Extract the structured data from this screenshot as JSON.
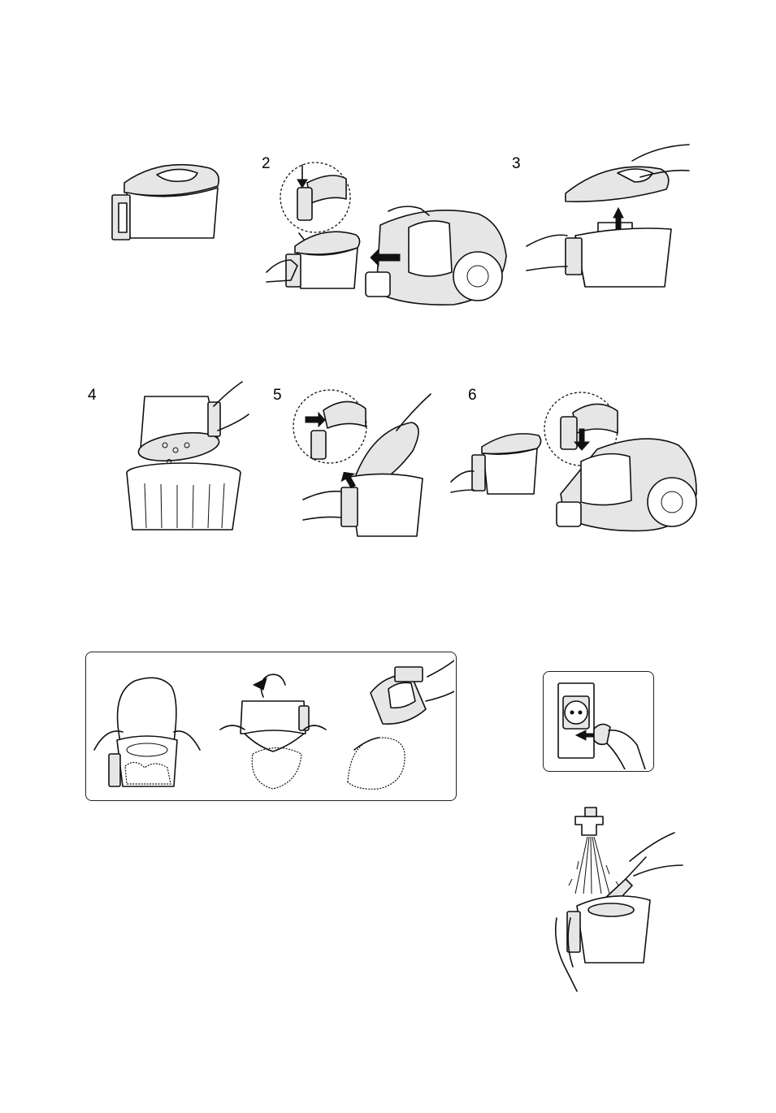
{
  "steps": [
    {
      "number": "2"
    },
    {
      "number": "3"
    },
    {
      "number": "4"
    },
    {
      "number": "5"
    },
    {
      "number": "6"
    }
  ],
  "icons": {
    "dust_bin": "dust-bin-illustration",
    "remove_bin": "remove-dust-bin-illustration",
    "lift_cover": "lift-cover-illustration",
    "empty_bin": "empty-into-trash-illustration",
    "refit_cover": "refit-cover-illustration",
    "reinsert_bin": "reinsert-dust-bin-illustration",
    "bag_method": "bag-emptying-illustration",
    "unplug": "unplug-illustration",
    "wash": "wash-filter-illustration"
  }
}
